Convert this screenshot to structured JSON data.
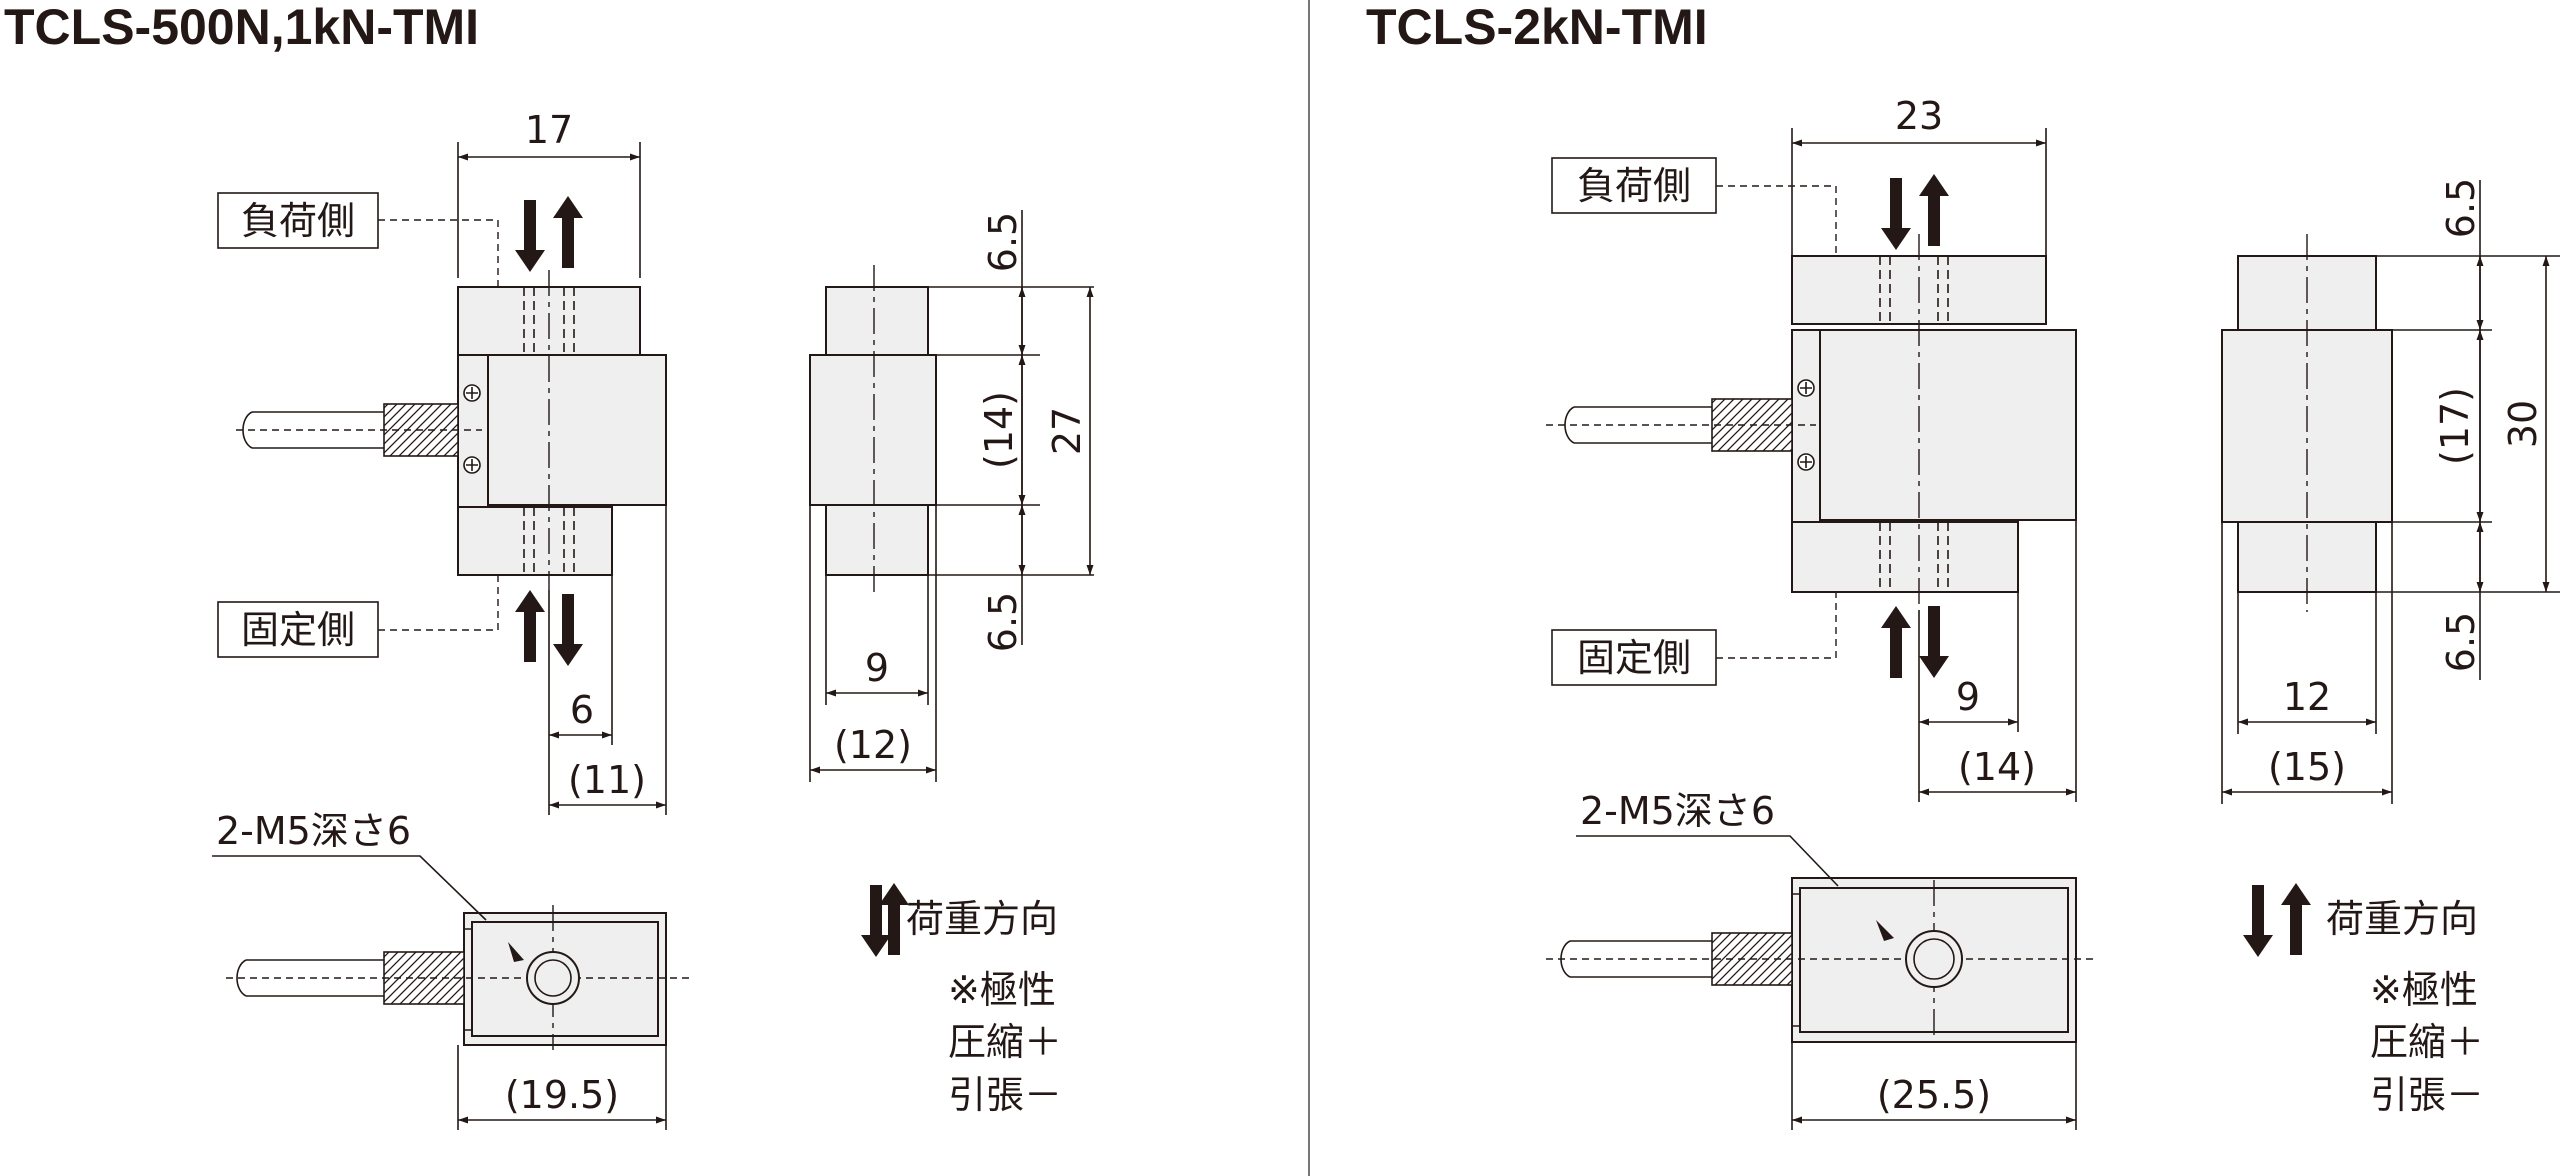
{
  "left": {
    "title": "TCLS-500N,1kN-TMI",
    "load_side_label": "負荷側",
    "fixed_side_label": "固定側",
    "dim_width": "17",
    "dim_hole_spacing": "6",
    "dim_body_depth": "(11)",
    "dim_top_h": "6.5",
    "dim_mid_h": "(14)",
    "dim_bot_h": "6.5",
    "dim_total_h": "27",
    "dim_side_inner": "9",
    "dim_side_outer": "(12)",
    "tap_note": "2-M5深さ6",
    "dim_plan_len": "(19.5)",
    "legend_text": "荷重方向",
    "note_polarity": "※極性",
    "note_compression": "圧縮＋",
    "note_tension": "引張－"
  },
  "right": {
    "title": "TCLS-2kN-TMI",
    "load_side_label": "負荷側",
    "fixed_side_label": "固定側",
    "dim_width": "23",
    "dim_hole_spacing": "9",
    "dim_body_depth": "(14)",
    "dim_top_h": "6.5",
    "dim_mid_h": "(17)",
    "dim_bot_h": "6.5",
    "dim_total_h": "30",
    "dim_side_inner": "12",
    "dim_side_outer": "(15)",
    "tap_note": "2-M5深さ6",
    "dim_plan_len": "(25.5)",
    "legend_text": "荷重方向",
    "note_polarity": "※極性",
    "note_compression": "圧縮＋",
    "note_tension": "引張－"
  }
}
